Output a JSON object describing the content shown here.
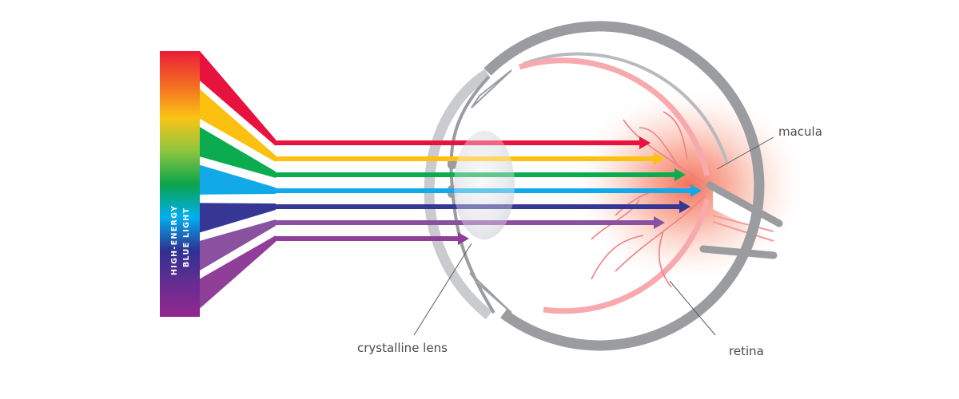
{
  "spectrum": {
    "label_line1": "HIGH-ENERGY",
    "label_line2": "BLUE LIGHT",
    "colors": [
      "#ec1c3a",
      "#f36a22",
      "#fbc316",
      "#8dc63f",
      "#0ca44b",
      "#00aeef",
      "#2e3192",
      "#662d91",
      "#93278f"
    ]
  },
  "rays": [
    {
      "name": "red",
      "color": "#e8123e"
    },
    {
      "name": "yellow",
      "color": "#fcc010"
    },
    {
      "name": "green",
      "color": "#0bab4f"
    },
    {
      "name": "blue",
      "color": "#11a9e8"
    },
    {
      "name": "indigo",
      "color": "#363694"
    },
    {
      "name": "violet",
      "color": "#8b51a1"
    },
    {
      "name": "purple",
      "color": "#8f3f98"
    }
  ],
  "labels": {
    "macula": "macula",
    "crystalline_lens": "crystalline lens",
    "retina": "retina"
  },
  "colors": {
    "eye_wall": "#9a9c9f",
    "retina_pink": "#f7a9ad",
    "macula_glow": "#f47a5c",
    "vessel": "#ef7f86",
    "lens": "#d9dbe0",
    "leader_line": "#5a5a5a"
  }
}
